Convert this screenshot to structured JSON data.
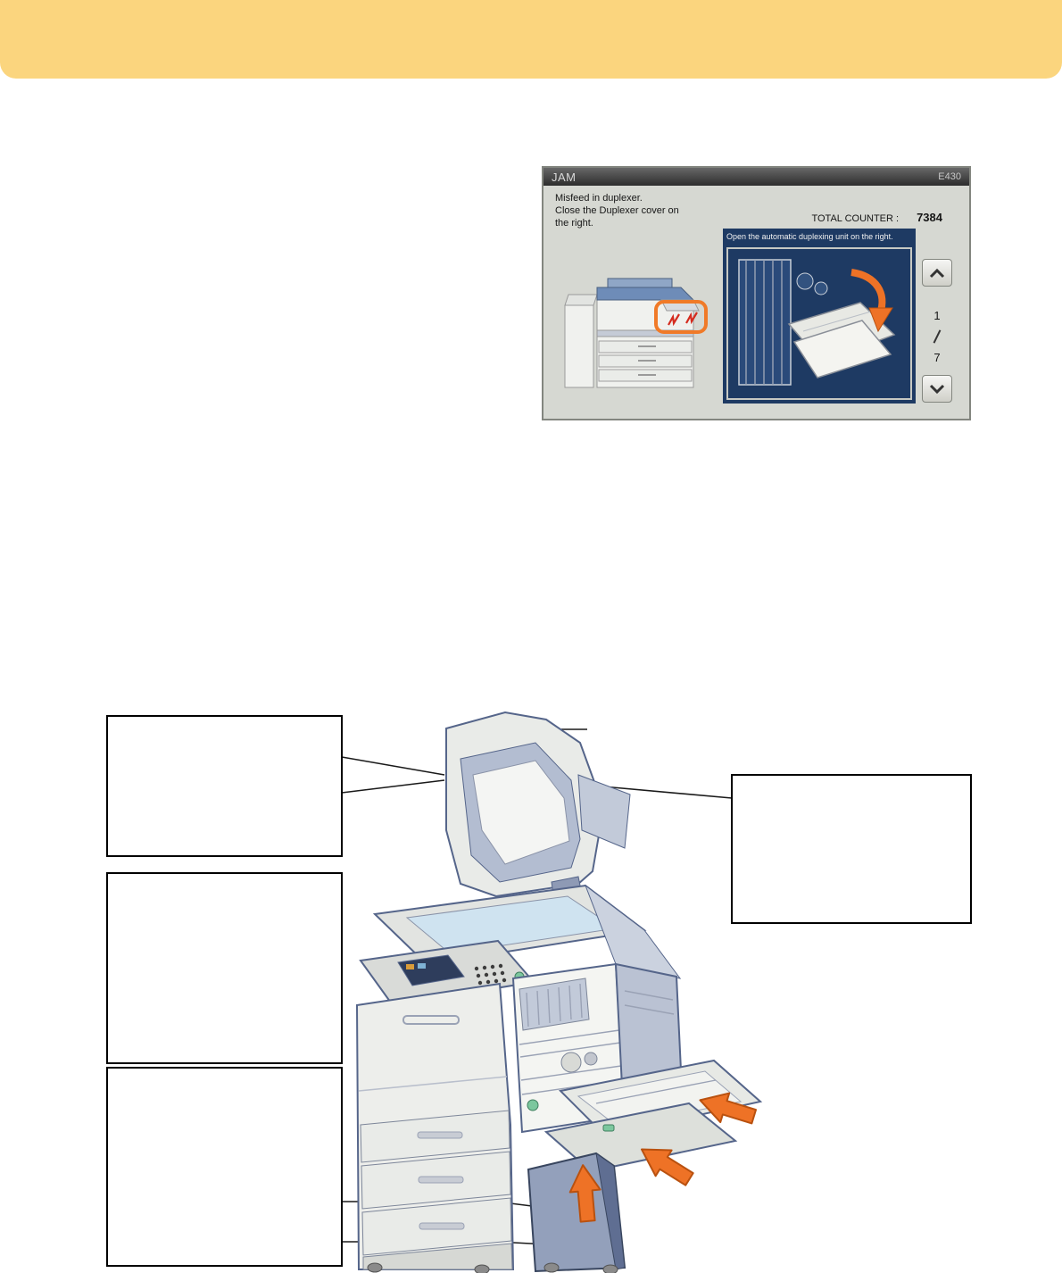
{
  "banner": {
    "color": "#FBD57E"
  },
  "jam_screen": {
    "title": "JAM",
    "error_code": "E430",
    "message": "Misfeed in duplexer.\nClose the Duplexer cover on\nthe right.",
    "total_counter_label": "TOTAL COUNTER :",
    "total_counter_value": "7384",
    "instruction": "Open the automatic duplexing unit on the right.",
    "pager": {
      "current": "1",
      "total": "7",
      "up_icon": "chevron-up",
      "down_icon": "chevron-down"
    }
  },
  "colors": {
    "accent_orange": "#EE7226",
    "panel_navy": "#1E3A63",
    "screen_body": "#D6D8D2",
    "highlight_orange": "#F07A28",
    "jam_icon_red": "#D42B1E"
  }
}
